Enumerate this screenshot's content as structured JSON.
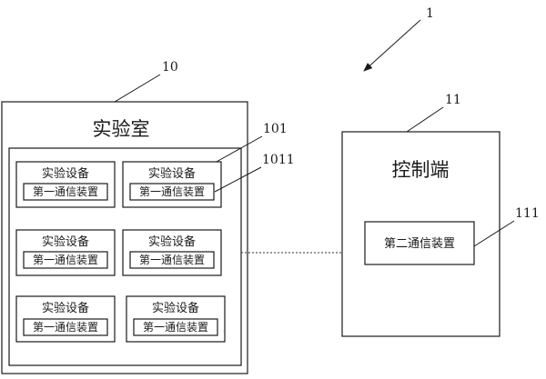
{
  "system_ref": "1",
  "lab": {
    "ref": "10",
    "title": "实验室",
    "group_ref": "101",
    "device_ref": "1011",
    "devices": [
      {
        "label": "实验设备",
        "inner": "第一通信装置"
      },
      {
        "label": "实验设备",
        "inner": "第一通信装置"
      },
      {
        "label": "实验设备",
        "inner": "第一通信装置"
      },
      {
        "label": "实验设备",
        "inner": "第一通信装置"
      },
      {
        "label": "实验设备",
        "inner": "第一通信装置"
      },
      {
        "label": "实验设备",
        "inner": "第一通信装置"
      }
    ]
  },
  "control": {
    "ref": "11",
    "title": "控制端",
    "inner_ref": "111",
    "inner": "第二通信装置"
  }
}
